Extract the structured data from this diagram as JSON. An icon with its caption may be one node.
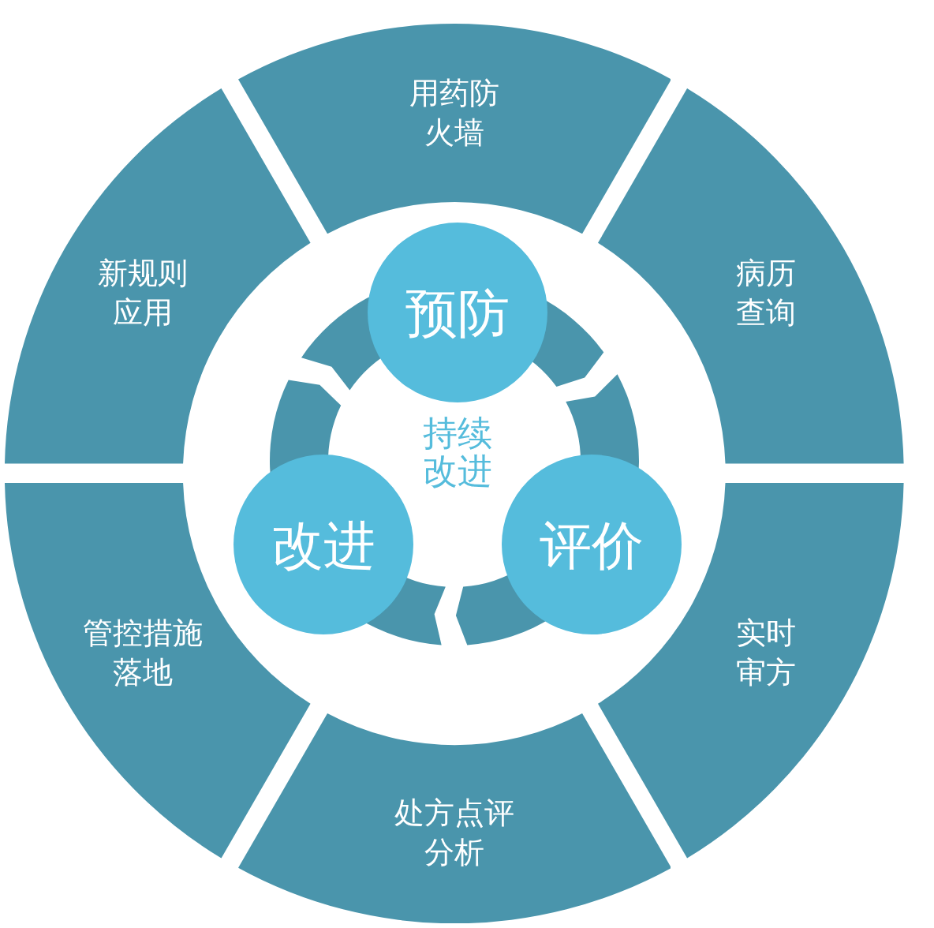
{
  "diagram": {
    "nodes": [
      {
        "text": [
          "用药防火墙"
        ]
      },
      {
        "text": [
          "新规则应用"
        ]
      },
      {
        "text": [
          "病历查询"
        ]
      },
      {
        "text": [
          "预防"
        ]
      },
      {
        "text": [
          "改进"
        ]
      },
      {
        "text": [
          "评价"
        ]
      },
      {
        "text": [
          "管控措施落地"
        ]
      },
      {
        "text": [
          "实时审方"
        ]
      },
      {
        "text": [
          "处方点评分析"
        ]
      }
    ],
    "labels": [
      "持续改进"
    ]
  }
}
